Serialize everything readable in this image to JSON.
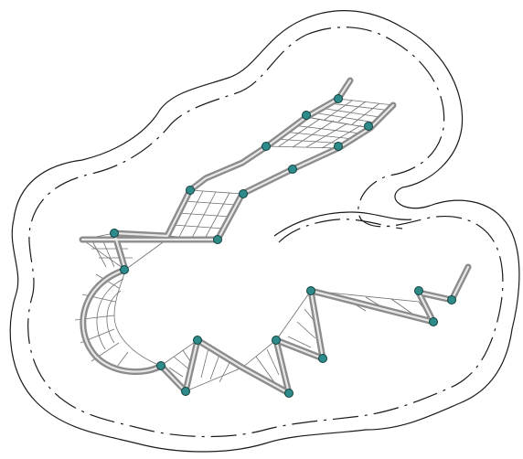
{
  "diagram": {
    "kind": "molecular-ribbon-diagram",
    "colors": {
      "background": "#ffffff",
      "outline": "#1a1a1a",
      "backbone": "#8c8c8c",
      "mesh": "#6f6f6f",
      "node": "#2f8a8a"
    },
    "elements": [
      "outer-surface-outline",
      "inner-dashed-surface-outline",
      "backbone-ribbon",
      "ribbon-mesh",
      "atom-nodes"
    ]
  }
}
